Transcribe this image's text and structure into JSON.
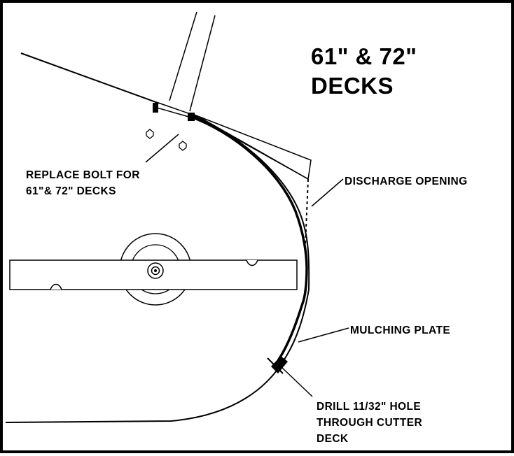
{
  "title": {
    "line1": "61\" & 72\"",
    "line2": "DECKS"
  },
  "callouts": {
    "replace_bolt": [
      "REPLACE BOLT FOR",
      "61\"& 72\" DECKS"
    ],
    "discharge_opening": "DISCHARGE  OPENING",
    "mulching_plate": "MULCHING  PLATE",
    "drill_hole": [
      "DRILL 11/32\" HOLE",
      "THROUGH CUTTER",
      "DECK"
    ]
  },
  "colors": {
    "ink": "#000000",
    "paper": "#ffffff"
  }
}
